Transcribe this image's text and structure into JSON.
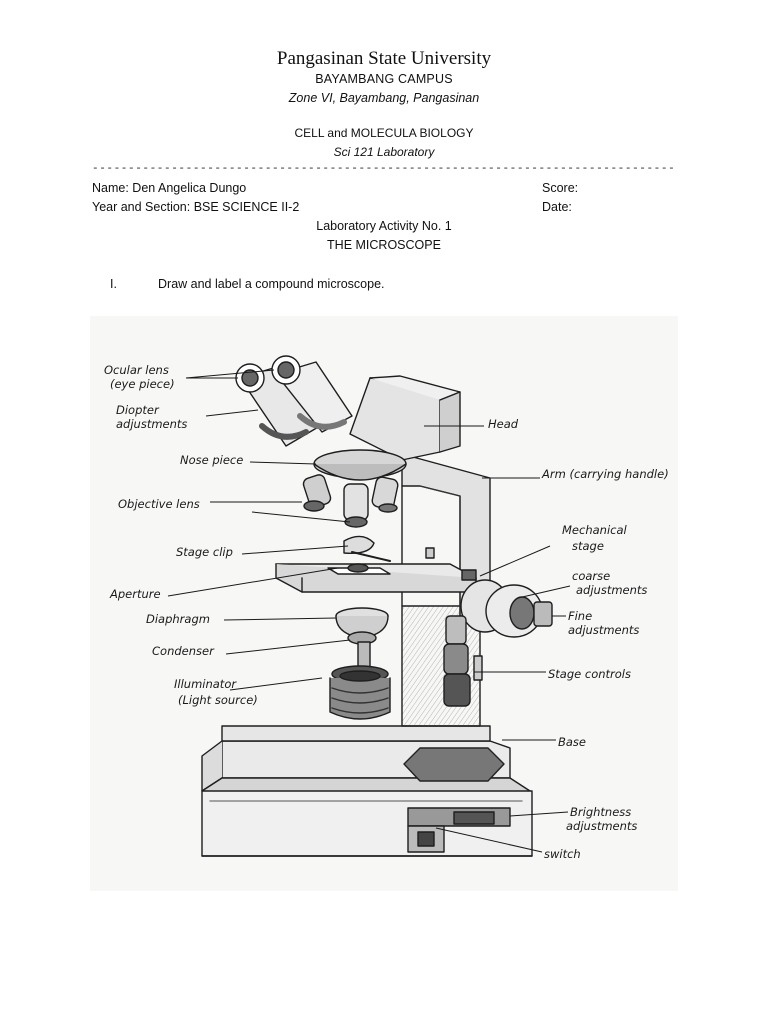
{
  "header": {
    "university": "Pangasinan State University",
    "campus": "BAYAMBANG CAMPUS",
    "address": "Zone VI, Bayambang, Pangasinan",
    "course": "CELL and MOLECULA BIOLOGY",
    "lab": "Sci 121 Laboratory",
    "divider": "------------------------------------------------------------------------------------------------------------------------------"
  },
  "student": {
    "name_label": "Name: Den Angelica Dungo",
    "year_section": "Year and Section: BSE SCIENCE II-2",
    "score_label": "Score:",
    "date_label": "Date:"
  },
  "activity": {
    "number": "Laboratory Activity No. 1",
    "title": "THE MICROSCOPE"
  },
  "instruction": {
    "numeral": "I.",
    "text": "Draw and label a compound microscope."
  },
  "labels": {
    "ocular_1": "Ocular lens",
    "ocular_2": "(eye piece)",
    "diopter_1": "Diopter",
    "diopter_2": "adjustments",
    "nose": "Nose piece",
    "objective": "Objective lens",
    "clip": "Stage clip",
    "aperture": "Aperture",
    "diaphragm": "Diaphragm",
    "condenser": "Condenser",
    "illum_1": "Illuminator",
    "illum_2": "(Light source)",
    "head": "Head",
    "arm": "Arm (carrying handle)",
    "mech_1": "Mechanical",
    "mech_2": "stage",
    "coarse_1": "coarse",
    "coarse_2": "adjustments",
    "fine_1": "Fine",
    "fine_2": "adjustments",
    "stagectl": "Stage controls",
    "base": "Base",
    "bright_1": "Brightness",
    "bright_2": "adjustments",
    "switch": "switch"
  }
}
